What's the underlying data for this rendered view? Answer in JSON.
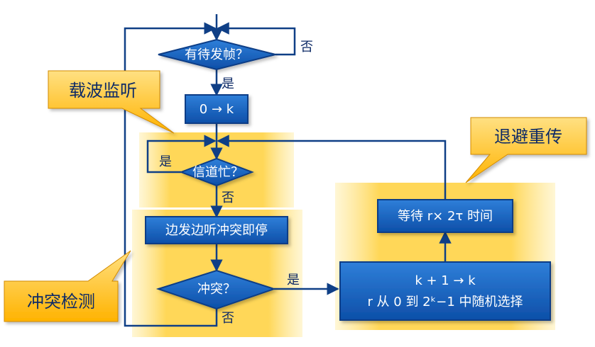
{
  "nodes": {
    "has_frame": "有待发帧？",
    "set_k": "0 → k",
    "channel_busy": "信道忙？",
    "send_listen": "边发边听冲突即停",
    "collision": "冲突？",
    "wait": "等待 r× 2τ 时间",
    "increment_line1": "k + 1 → k",
    "increment_line2": "r 从 0 到 2ᵏ−1 中随机选择"
  },
  "labels": {
    "no_top": "否",
    "yes_top": "是",
    "yes_busy": "是",
    "no_busy": "否",
    "yes_collision": "是",
    "no_collision": "否"
  },
  "callouts": {
    "carrier_sense": "载波监听",
    "collision_detect": "冲突检测",
    "backoff": "退避重传"
  },
  "colors": {
    "node_fill": "#1565c0",
    "node_stroke": "#0a3d86",
    "callout_fill": "#ffc107",
    "region_fill": "#ffd54f",
    "line": "#0f3f86"
  }
}
